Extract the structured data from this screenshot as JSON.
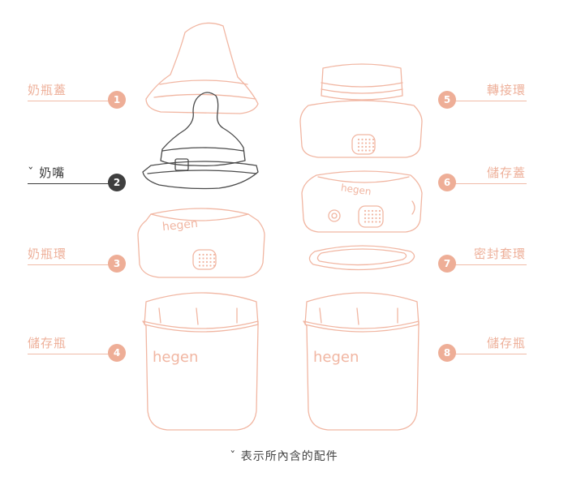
{
  "parts": [
    {
      "number": "1",
      "label": "奶瓶蓋",
      "included": false
    },
    {
      "number": "2",
      "label": "奶嘴",
      "included": true,
      "mark": "ˇ"
    },
    {
      "number": "3",
      "label": "奶瓶環",
      "included": false
    },
    {
      "number": "4",
      "label": "儲存瓶",
      "included": false
    },
    {
      "number": "5",
      "label": "轉接環",
      "included": false
    },
    {
      "number": "6",
      "label": "儲存蓋",
      "included": false
    },
    {
      "number": "7",
      "label": "密封套環",
      "included": false
    },
    {
      "number": "8",
      "label": "儲存瓶",
      "included": false
    }
  ],
  "brand": {
    "wordmark": "hegen"
  },
  "footnote": "ˇ 表示所內含的配件",
  "colors": {
    "accent": "#eeae97",
    "line": "#f0bba8",
    "active": "#3f3f3f",
    "sketch": "#f1b6a2"
  }
}
